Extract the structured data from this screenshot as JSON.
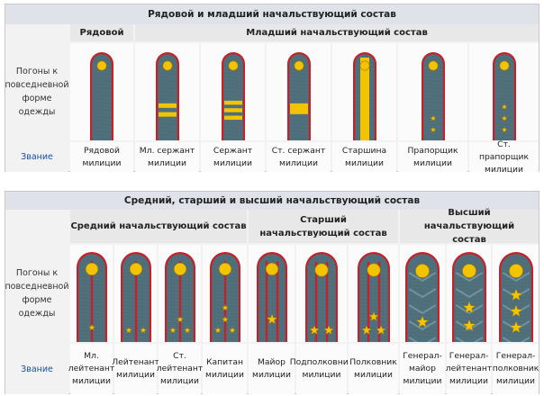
{
  "table1": {
    "title": "Рядовой и младший начальствующий состав",
    "headers": {
      "private": "Рядовой",
      "junior": "Младший начальствующий состав"
    },
    "row_label": "Погоны к повседневной форме одежды",
    "rank_label": "Звание",
    "ranks": [
      {
        "name": "Рядовой милиции",
        "insignia": "none"
      },
      {
        "name": "Мл. сержант милиции",
        "insignia": "2 stripes"
      },
      {
        "name": "Сержант милиции",
        "insignia": "3 stripes"
      },
      {
        "name": "Ст. сержант милиции",
        "insignia": "wide stripe"
      },
      {
        "name": "Старшина милиции",
        "insignia": "longitudinal stripe"
      },
      {
        "name": "Прапорщик милиции",
        "insignia": "2 stars"
      },
      {
        "name": "Ст. прапорщик милиции",
        "insignia": "3 stars"
      }
    ]
  },
  "table2": {
    "title": "Средний, старший и высший начальствующий состав",
    "headers": {
      "middle": "Средний начальствующий состав",
      "senior": "Старший начальствующий состав",
      "top": "Высший начальствующий состав"
    },
    "row_label": "Погоны к повседневной форме одежды",
    "rank_label": "Звание",
    "ranks": [
      {
        "name": "Мл. лейтенант милиции",
        "insignia": "1 star"
      },
      {
        "name": "Лейтенант милиции",
        "insignia": "2 stars"
      },
      {
        "name": "Ст. лейтенант милиции",
        "insignia": "3 stars"
      },
      {
        "name": "Капитан милиции",
        "insignia": "4 stars"
      },
      {
        "name": "Майор милиции",
        "insignia": "1 large star"
      },
      {
        "name": "Подполковник милиции",
        "insignia": "2 large stars"
      },
      {
        "name": "Полковник милиции",
        "insignia": "3 large stars"
      },
      {
        "name": "Генерал-майор милиции",
        "insignia": "1 general star"
      },
      {
        "name": "Генерал-лейтенант милиции",
        "insignia": "2 general stars"
      },
      {
        "name": "Генерал-полковник милиции",
        "insignia": "3 general stars"
      }
    ]
  },
  "colors": {
    "board": "#4e6e79",
    "piping": "#c8202a",
    "gold": "#f2c400",
    "header_bg": "#dfe2e9"
  }
}
